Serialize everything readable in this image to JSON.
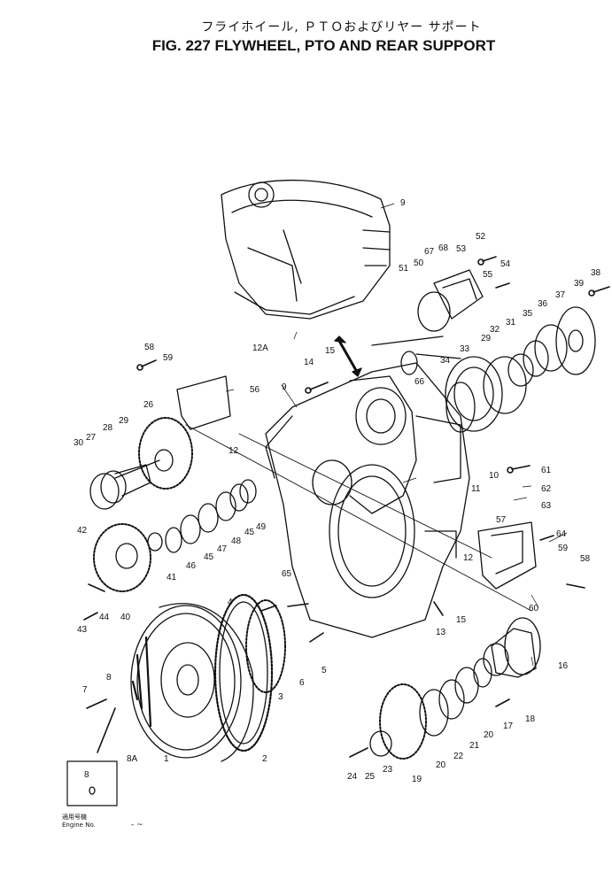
{
  "header": {
    "japanese_title": "フライホイール, ＰＴＯおよびリヤー サポート",
    "figure_title": "FIG. 227  FLYWHEEL, PTO AND REAR SUPPORT"
  },
  "callouts": {
    "p1": "1",
    "p2": "2",
    "p3": "3",
    "p4": "4",
    "p5": "5",
    "p6": "6",
    "p7": "7",
    "p8": "8",
    "p8a": "8A",
    "p9a": "9",
    "p9b": "9",
    "p10": "10",
    "p11": "11",
    "p12a": "12",
    "p12b": "12",
    "p12A": "12A",
    "p13": "13",
    "p14": "14",
    "p15a": "15",
    "p15b": "15",
    "p16": "16",
    "p17": "17",
    "p18": "18",
    "p19": "19",
    "p20a": "20",
    "p20b": "20",
    "p21": "21",
    "p22": "22",
    "p23": "23",
    "p24": "24",
    "p25": "25",
    "p26": "26",
    "p27": "27",
    "p28": "28",
    "p29a": "29",
    "p29b": "29",
    "p30": "30",
    "p31": "31",
    "p32": "32",
    "p33": "33",
    "p34": "34",
    "p35": "35",
    "p36": "36",
    "p37": "37",
    "p38": "38",
    "p39": "39",
    "p40": "40",
    "p41": "41",
    "p42": "42",
    "p43": "43",
    "p44": "44",
    "p45a": "45",
    "p45b": "45",
    "p46": "46",
    "p47": "47",
    "p48": "48",
    "p49": "49",
    "p50": "50",
    "p51": "51",
    "p52": "52",
    "p53": "53",
    "p54": "54",
    "p55": "55",
    "p56": "56",
    "p57": "57",
    "p58a": "58",
    "p58b": "58",
    "p59a": "59",
    "p59b": "59",
    "p60": "60",
    "p61": "61",
    "p62": "62",
    "p63": "63",
    "p64": "64",
    "p65": "65",
    "p66": "66",
    "p67": "67",
    "p68": "68"
  },
  "inset": {
    "part": "8",
    "applicable_jp": "適用号機",
    "engine_no_label": "Engine No.",
    "range": "- ~"
  }
}
